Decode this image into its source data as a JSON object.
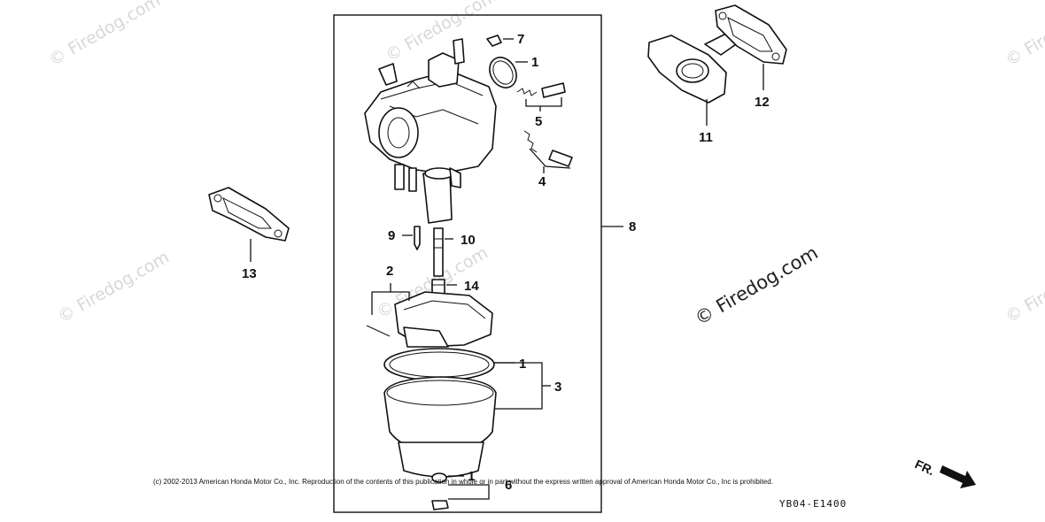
{
  "watermarks": {
    "main": "© Firedog.com",
    "faint": "© Firedog.com"
  },
  "callouts": {
    "c1a": "1",
    "c1b": "1",
    "c1c": "1",
    "c2": "2",
    "c3": "3",
    "c4": "4",
    "c5": "5",
    "c6": "6",
    "c7": "7",
    "c8": "8",
    "c9": "9",
    "c10": "10",
    "c11": "11",
    "c12": "12",
    "c13": "13",
    "c14": "14"
  },
  "copyright": "(c) 2002-2013 American Honda Motor Co., Inc. Reproduction of the contents of this publication in whole or in part without the express written approval of American Honda Motor Co., Inc is prohibited.",
  "drawing_code": "YB04-E1400",
  "direction_label": "FR."
}
